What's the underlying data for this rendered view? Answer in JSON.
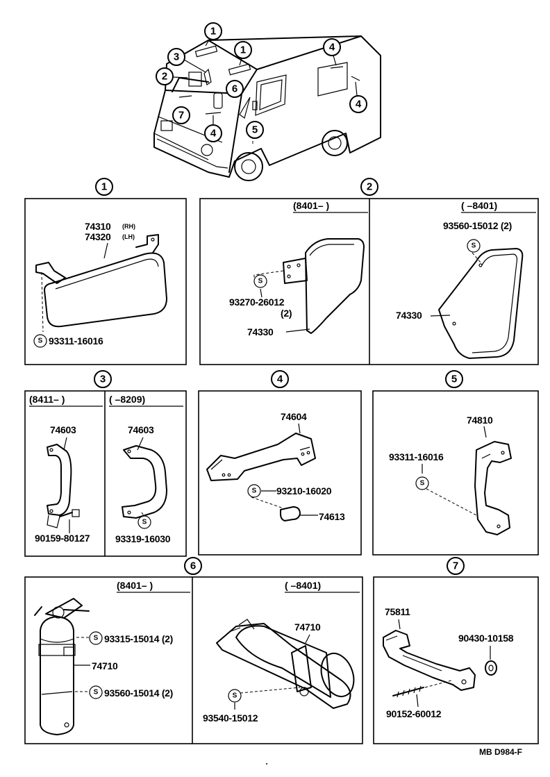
{
  "callouts": {
    "c1": "1",
    "c2": "2",
    "c3": "3",
    "c4": "4",
    "c5": "5",
    "c6": "6",
    "c7": "7"
  },
  "s_symbol": "S",
  "panel1": {
    "part_rh": "74310",
    "rh": "(RH)",
    "part_lh": "74320",
    "lh": "(LH)",
    "screw": "93311-16016"
  },
  "panel2a": {
    "serial": "(8401–      )",
    "screw": "93270-26012",
    "qty": "(2)",
    "part": "74330"
  },
  "panel2b": {
    "serial": "(      –8401)",
    "screw": "93560-15012 (2)",
    "part": "74330"
  },
  "panel3a": {
    "serial": "(8411–      )",
    "part": "74603",
    "bolt": "90159-80127"
  },
  "panel3b": {
    "serial": "(      –8209)",
    "part": "74603",
    "screw": "93319-16030"
  },
  "panel4": {
    "part": "74604",
    "screw": "93210-16020",
    "cap": "74613"
  },
  "panel5": {
    "screw": "93311-16016",
    "part": "74810"
  },
  "panel6a": {
    "serial": "(8401–      )",
    "screw1": "93315-15014 (2)",
    "part": "74710",
    "screw2": "93560-15014 (2)"
  },
  "panel6b": {
    "serial": "(      –8401)",
    "part": "74710",
    "screw": "93540-15012"
  },
  "panel7": {
    "part": "75811",
    "washer": "90430-10158",
    "bolt": "90152-60012"
  },
  "footer_code": "MB  D984-F"
}
